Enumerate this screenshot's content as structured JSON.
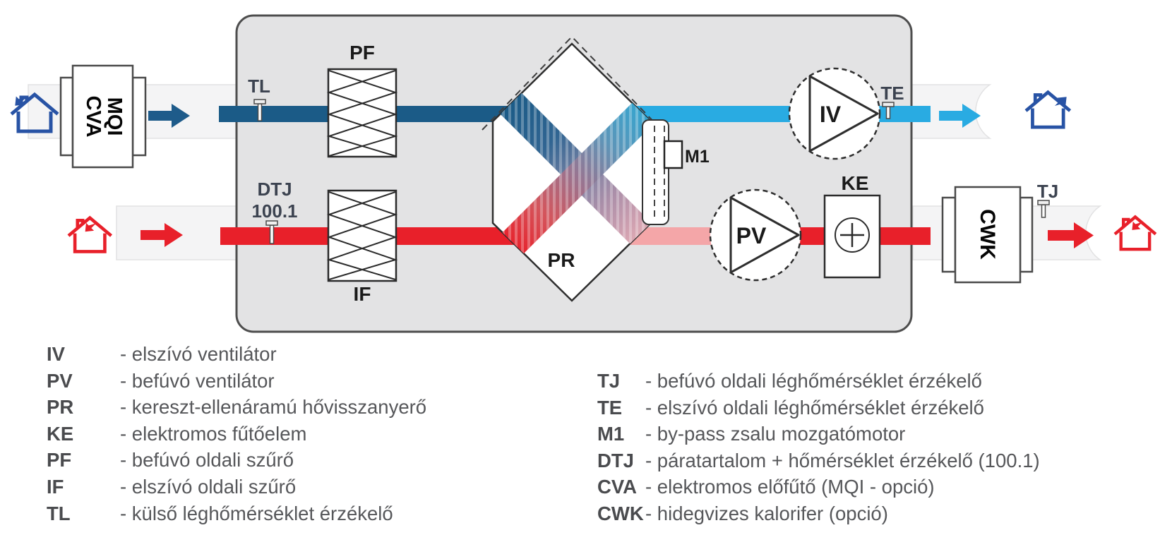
{
  "diagram": {
    "labels": {
      "tl": "TL",
      "pf": "PF",
      "dtj": "DTJ",
      "dtj_num": "100.1",
      "if": "IF",
      "pr": "PR",
      "m1": "M1",
      "ke": "KE",
      "iv": "IV",
      "pv": "PV",
      "te": "TE",
      "tj": "TJ",
      "cva": "CVA",
      "mqi": "MQI",
      "cwk": "CWK"
    },
    "colors": {
      "fresh_air_duct": "#1B5B87",
      "exhaust_air_duct": "#29ABE2",
      "extract_air_duct": "#E8202A",
      "supply_air_duct_warm": "#F4A6A8",
      "unit_fill": "#E3E3E4",
      "unit_border": "#4D4D4D",
      "outside_duct_band": "#F4F4F5",
      "house_blue": "#2853A5",
      "house_red": "#E8202A"
    }
  },
  "legend": {
    "left": [
      {
        "key": "IV",
        "desc": "- elszívó ventilátor"
      },
      {
        "key": "PV",
        "desc": "- befúvó ventilátor"
      },
      {
        "key": "PR",
        "desc": "- kereszt-ellenáramú hővisszanyerő"
      },
      {
        "key": "KE",
        "desc": "- elektromos fűtőelem"
      },
      {
        "key": "PF",
        "desc": "- befúvó oldali szűrő"
      },
      {
        "key": "IF",
        "desc": "- elszívó oldali szűrő"
      },
      {
        "key": "TL",
        "desc": "- külső léghőmérséklet érzékelő"
      }
    ],
    "right": [
      {
        "key": "TJ",
        "desc": "- befúvó oldali léghőmérséklet érzékelő"
      },
      {
        "key": "TE",
        "desc": "- elszívó oldali léghőmérséklet érzékelő"
      },
      {
        "key": "M1",
        "desc": "- by-pass zsalu mozgatómotor"
      },
      {
        "key": "DTJ",
        "desc": "- páratartalom + hőmérséklet érzékelő (100.1)"
      },
      {
        "key": "CVA",
        "desc": "- elektromos előfűtő (MQI - opció)"
      },
      {
        "key": "CWK",
        "desc": "- hidegvizes kalorifer (opció)"
      }
    ]
  }
}
